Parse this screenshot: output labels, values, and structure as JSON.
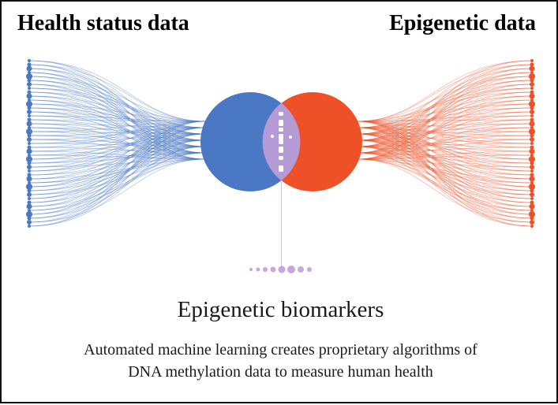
{
  "titles": {
    "left": "Health status data",
    "right": "Epigenetic data"
  },
  "caption": {
    "main": "Epigenetic biomarkers",
    "sub_line1": "Automated machine learning creates proprietary algorithms of",
    "sub_line2": "DNA methylation data to measure human health"
  },
  "colors": {
    "health": "#4a78c4",
    "epigenetic": "#ee5128",
    "overlap": "#b69ad6",
    "biomarker_dots": "#c8a6de"
  }
}
